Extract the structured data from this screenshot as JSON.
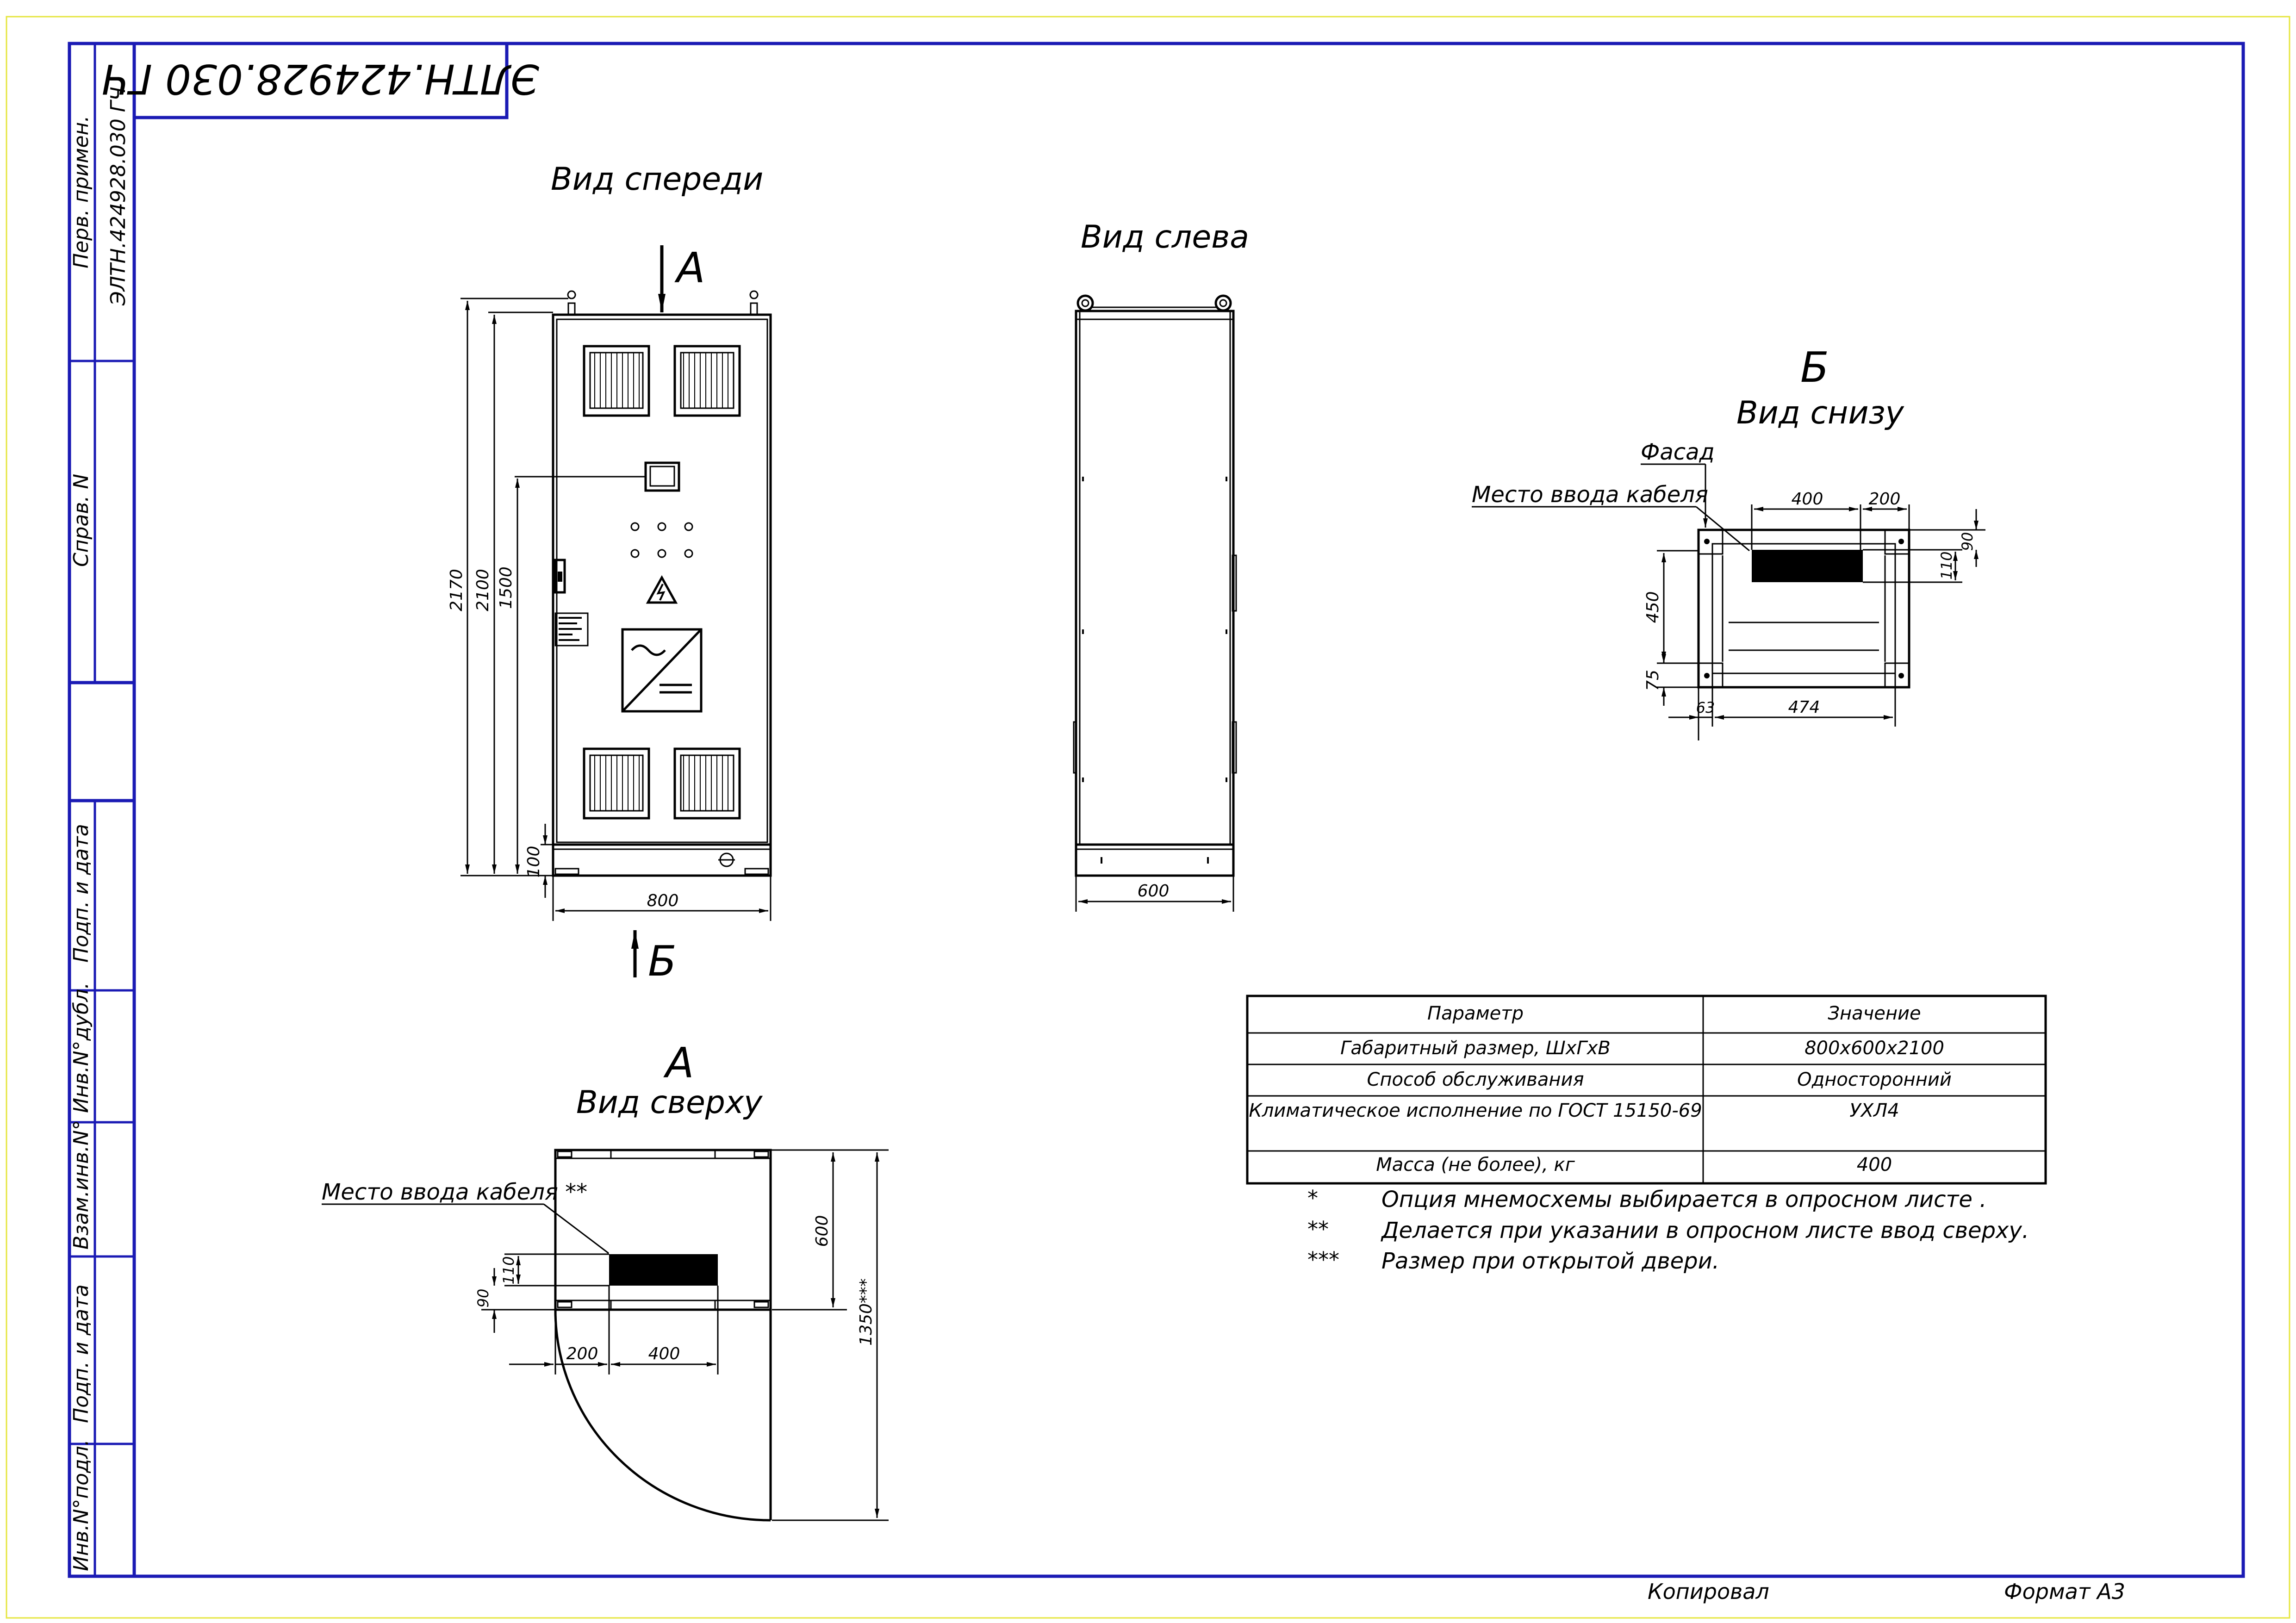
{
  "doc": {
    "stamp_code": "ЭЛТН.424928.030 ГЧ",
    "format_label": "Формат А3",
    "copied_label": "Копировал",
    "side_fields": {
      "perv_primen": "Перв. примен.",
      "perv_primen_value": "ЭЛТН.424928.030 ГЧ",
      "sprav_no": "Справ. N",
      "podp_data_1": "Подп. и дата",
      "inv_dubl": "Инв.N°дубл.",
      "vzam_inv": "Взам.инв.N°",
      "podp_data_2": "Подп. и дата",
      "inv_podl": "Инв.N°подл."
    }
  },
  "views": {
    "front": {
      "title": "Вид спереди",
      "arrow_top": "А",
      "arrow_bottom": "Б",
      "dims": {
        "h_total": "2170",
        "h_body": "2100",
        "h_panel": "1500",
        "h_plinth": "100",
        "width": "800"
      }
    },
    "left": {
      "title": "Вид слева",
      "dims": {
        "depth": "600"
      }
    },
    "bottom": {
      "letter": "Б",
      "title": "Вид снизу",
      "facade_label": "Фасад",
      "cable_label": "Место ввода кабеля",
      "dims": {
        "d400": "400",
        "d200": "200",
        "d90": "90",
        "d110": "110",
        "d450": "450",
        "d75": "75",
        "d63": "63",
        "d474": "474"
      }
    },
    "top": {
      "letter": "А",
      "title": "Вид сверху",
      "cable_label": "Место ввода кабеля **",
      "dims": {
        "d110": "110",
        "d90": "90",
        "d600": "600",
        "d1350": "1350***",
        "d200": "200",
        "d400": "400"
      }
    }
  },
  "spec_table": {
    "headers": [
      "Параметр",
      "Значение"
    ],
    "rows": [
      [
        "Габаритный размер, ШхГхВ",
        "800х600х2100"
      ],
      [
        "Способ обслуживания",
        "Односторонний"
      ],
      [
        "Климатическое исполнение по ГОСТ 15150-69",
        "УХЛ4"
      ],
      [
        "Масса (не более), кг",
        "400"
      ]
    ]
  },
  "notes": [
    {
      "mark": "*",
      "text": "Опция мнемосхемы выбирается в опросном листе ."
    },
    {
      "mark": "**",
      "text": "Делается при указании в опросном листе ввод сверху."
    },
    {
      "mark": "***",
      "text": "Размер при открытой двери."
    }
  ]
}
